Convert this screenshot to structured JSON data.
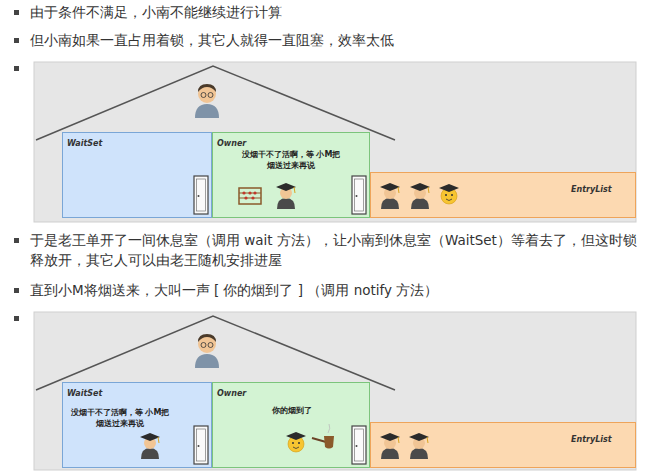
{
  "diagram": {
    "nodes": [
      {
        "text": [
          "WaitSet"
        ]
      },
      {
        "text": [
          "Owner",
          "没烟干不了活啊，等 小M把烟送过来再说"
        ]
      },
      {
        "text": [
          "EntryList"
        ]
      },
      {
        "text": [
          "WaitSet",
          "没烟干不了活啊，等 小M把烟送过来再说"
        ]
      },
      {
        "text": [
          "Owner",
          "你的烟到了"
        ]
      },
      {
        "text": [
          "EntryList"
        ]
      }
    ],
    "labels": [
      "由于条件不满足，小南不能继续进行计算",
      "但小南如果一直占用着锁，其它人就得一直阻塞，效率太低",
      "于是老王单开了一间休息室（调用 wait 方法），让小南到休息室（WaitSet）等着去了，但这时锁释放开，其它人可以由老王随机安排进屋",
      "直到小M将烟送来，大叫一声 [ 你的烟到了 ] （调用 notify 方法）"
    ]
  }
}
